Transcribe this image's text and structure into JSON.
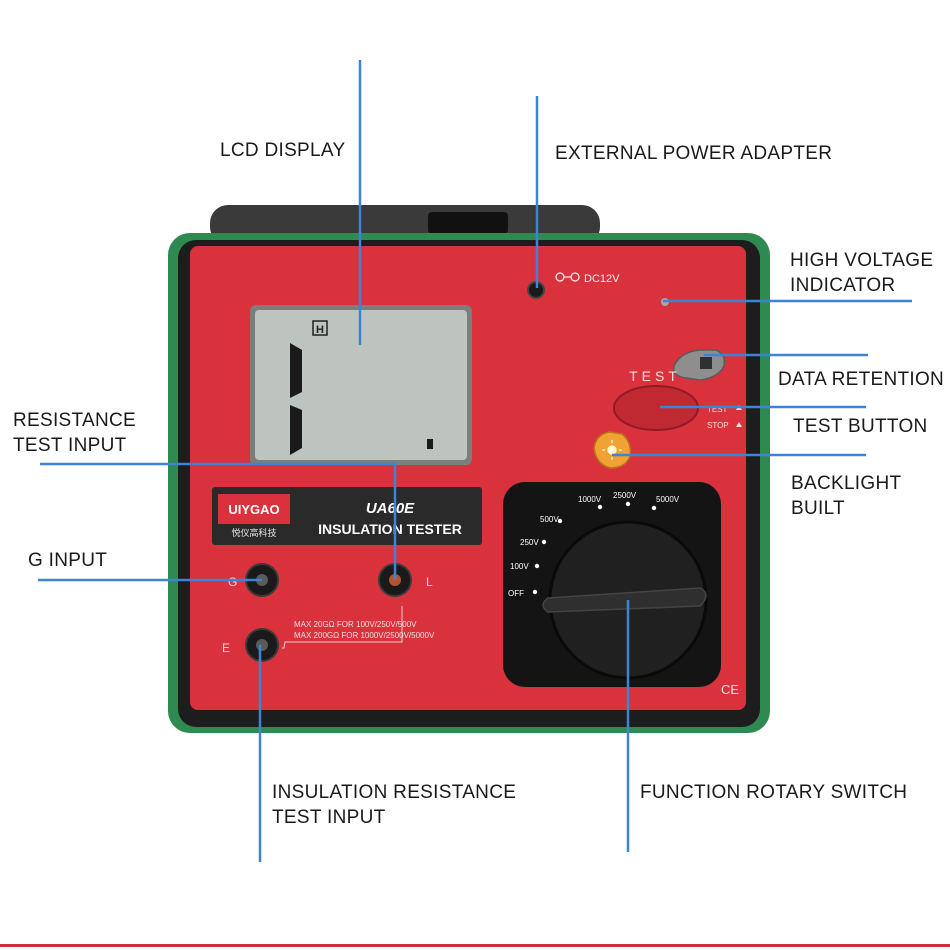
{
  "colors": {
    "leader_line": "#3d84d6",
    "panel_red": "#d9323d",
    "casing_green": "#2f8a52",
    "lcd_bg": "#bdc4bf",
    "knob_bg": "#141414"
  },
  "labels": {
    "lcd_display": "LCD DISPLAY",
    "external_power_adapter": "EXTERNAL POWER ADAPTER",
    "high_voltage_indicator_1": "HIGH VOLTAGE",
    "high_voltage_indicator_2": "INDICATOR",
    "data_retention": "DATA RETENTION",
    "test_button": "TEST BUTTON",
    "backlight_1": "BACKLIGHT",
    "backlight_2": "BUILT",
    "resistance_test_input_1": "RESISTANCE",
    "resistance_test_input_2": "TEST INPUT",
    "g_input": "G INPUT",
    "insulation_resistance_1": "INSULATION RESISTANCE",
    "insulation_resistance_2": "TEST INPUT",
    "function_rotary_switch": "FUNCTION ROTARY SWITCH"
  },
  "device": {
    "dc_label": "DC12V",
    "lcd_hold_glyph": "H",
    "brand": "UIYGAO",
    "brand_sub": "悦仪高科技",
    "model": "UA60E",
    "product": "INSULATION TESTER",
    "test_key_label": "TEST",
    "test_legend": "TEST",
    "stop_legend": "STOP",
    "terminal_g": "G",
    "terminal_l": "L",
    "terminal_e": "E",
    "range_note_1": "MAX 20GΩ FOR 100V/250V/500V",
    "range_note_2": "MAX 200GΩ FOR 1000V/2500V/5000V",
    "ce_mark": "CE",
    "dial_positions": [
      "OFF",
      "100V",
      "250V",
      "500V",
      "1000V",
      "2500V",
      "5000V"
    ]
  }
}
